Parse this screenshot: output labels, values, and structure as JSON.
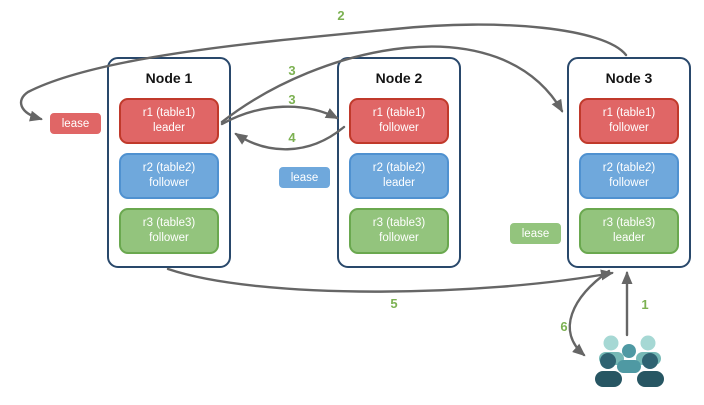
{
  "nodes": [
    {
      "title": "Node 1",
      "replicas": [
        {
          "name": "r1 (table1)",
          "role": "leader",
          "color": "red"
        },
        {
          "name": "r2 (table2)",
          "role": "follower",
          "color": "blue"
        },
        {
          "name": "r3 (table3)",
          "role": "follower",
          "color": "green"
        }
      ]
    },
    {
      "title": "Node 2",
      "replicas": [
        {
          "name": "r1 (table1)",
          "role": "follower",
          "color": "red"
        },
        {
          "name": "r2 (table2)",
          "role": "leader",
          "color": "blue"
        },
        {
          "name": "r3 (table3)",
          "role": "follower",
          "color": "green"
        }
      ]
    },
    {
      "title": "Node 3",
      "replicas": [
        {
          "name": "r1 (table1)",
          "role": "follower",
          "color": "red"
        },
        {
          "name": "r2 (table2)",
          "role": "follower",
          "color": "blue"
        },
        {
          "name": "r3 (table3)",
          "role": "leader",
          "color": "green"
        }
      ]
    }
  ],
  "leases": {
    "red": {
      "label": "lease",
      "color": "#e06666"
    },
    "blue": {
      "label": "lease",
      "color": "#6fa8dc"
    },
    "green": {
      "label": "lease",
      "color": "#93c47d"
    }
  },
  "steps": {
    "s1": "1",
    "s2": "2",
    "s3a": "3",
    "s3b": "3",
    "s4": "4",
    "s5": "5",
    "s6": "6"
  },
  "icons": {
    "users_group": "users-group-icon"
  },
  "colors": {
    "replica_red": "#e06666",
    "replica_red_border": "#c0392b",
    "replica_blue": "#6fa8dc",
    "replica_blue_border": "#4f91d0",
    "replica_green": "#93c47d",
    "replica_green_border": "#6aa84f",
    "node_border": "#29486b",
    "arrow": "#666666",
    "step_label": "#7cb152",
    "users_back": "#a6d8d4",
    "users_back_body": "#76b9b6",
    "users_middle": "#4f99a3",
    "users_front": "#2f6372",
    "users_front_body": "#275663"
  }
}
